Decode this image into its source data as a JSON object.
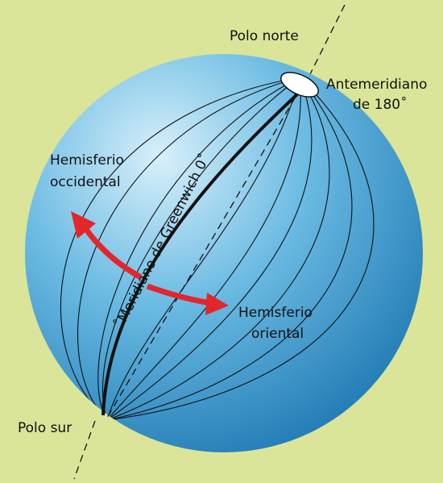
{
  "labels": {
    "north_pole": "Polo norte",
    "antimeridian_line1": "Antemeridiano",
    "antimeridian_line2": "de 180˚",
    "west_line1": "Hemisferio",
    "west_line2": "occidental",
    "east_line1": "Hemisferio",
    "east_line2": "oriental",
    "prime_meridian": "˚Meridiano de Greenwich 0˚",
    "south_pole": "Polo sur"
  },
  "colors": {
    "background": "#dae59a",
    "sphere_light": "#d8f0fa",
    "sphere_mid": "#6bbbe3",
    "sphere_dark": "#1f79b3",
    "arrow": "#e3262b",
    "line": "#111111"
  }
}
